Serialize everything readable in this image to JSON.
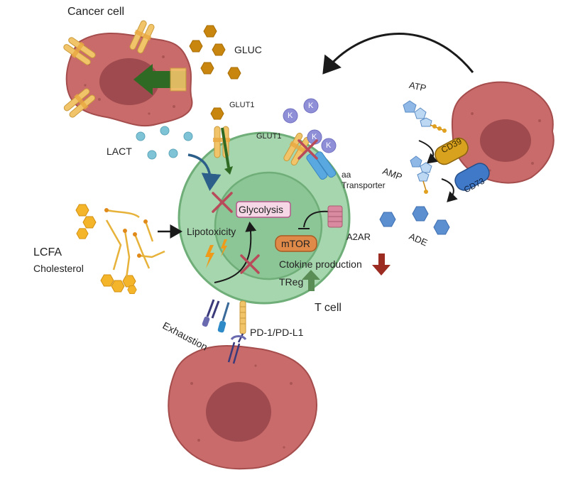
{
  "labels": {
    "cancer_cell": "Cancer cell",
    "gluc": "GLUC",
    "glut1_top": "GLUT1",
    "glut1_right": "GLUT1",
    "lact": "LACT",
    "aa_transporter_line1": "aa",
    "aa_transporter_line2": "Transporter",
    "glycolysis": "Glycolysis",
    "lipotoxicity": "Lipotoxicity",
    "mtor": "mTOR",
    "a2ar": "A2AR",
    "ctokine_production": "Ctokine production",
    "treg": "TReg",
    "t_cell": "T cell",
    "lcfa": "LCFA",
    "cholesterol": "Cholesterol",
    "exhaustion": "Exhaustion",
    "pd1_pdl1": "PD-1/PD-L1",
    "atp": "ATP",
    "amp": "AMP",
    "ade": "ADE",
    "cd39": "CD39",
    "cd73": "CD73",
    "k_ion": "K"
  },
  "colors": {
    "cancer_cell": "#c96b6b",
    "nucleus": "#9e4a4e",
    "t_cell_outer": "#a6d6ad",
    "t_cell_inner": "#8cc596",
    "gluc_hex": "#c8860e",
    "lact_dot": "#7ec3d6",
    "inhibit_x": "#b84a5a",
    "k_ion": "#8f8fd8",
    "ade_hex": "#5b8fd0",
    "cd39": "#d9a21e",
    "cd73": "#3f79c8",
    "down_arrow": "#9c2b22",
    "up_arrow": "#5a8c55",
    "mtor_box": "#e08a4a",
    "glycolysis_box": "#f6d7e6",
    "a2ar_receptor": "#d98aa0",
    "aa_transporter": "#5aa8e0",
    "green_arrow": "#2f6a24"
  }
}
